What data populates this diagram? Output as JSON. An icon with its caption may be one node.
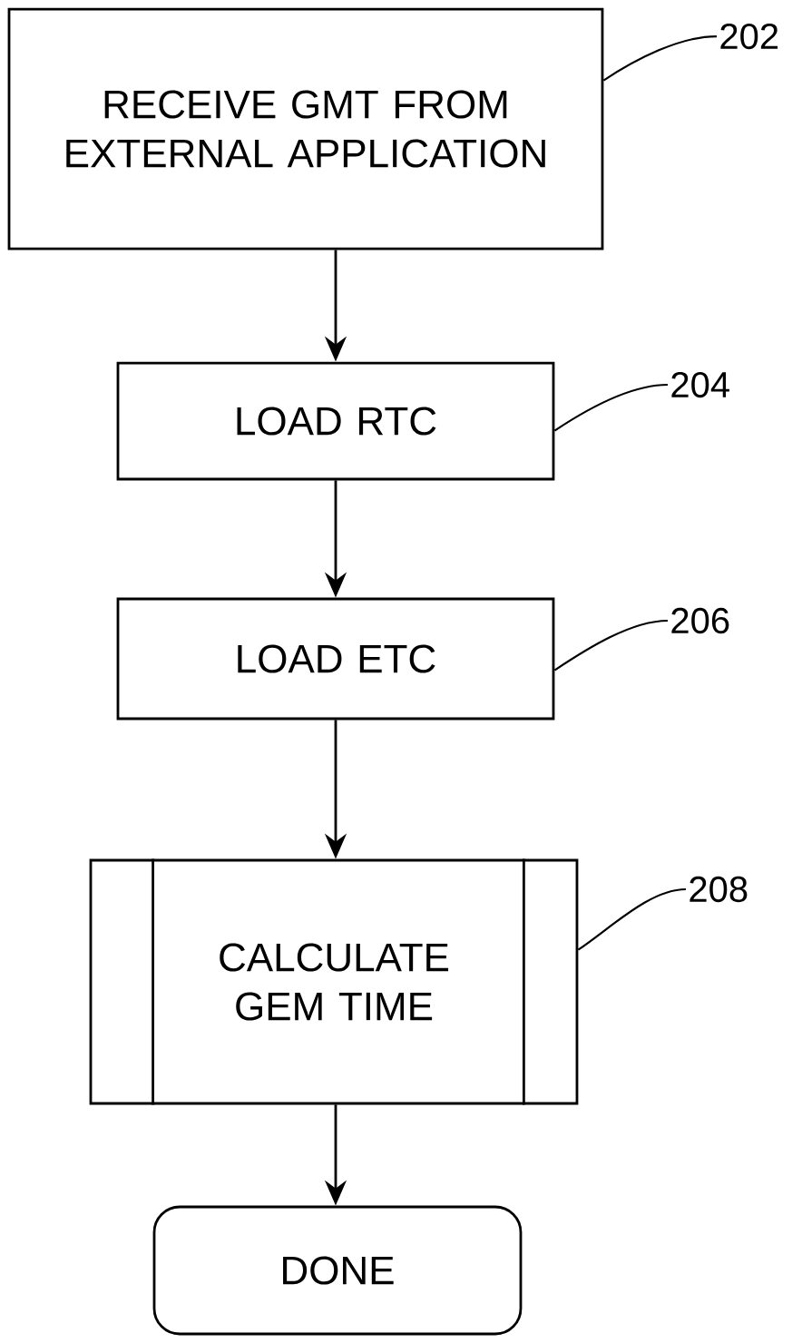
{
  "diagram": {
    "nodes": [
      {
        "text": [
          "RECEIVE GMT FROM EXTERNAL APPLICATION"
        ]
      },
      {
        "text": [
          "LOAD RTC"
        ]
      },
      {
        "text": [
          "LOAD ETC"
        ]
      },
      {
        "text": [
          "CALCULATE GEM TIME"
        ]
      },
      {
        "text": [
          "DONE"
        ]
      },
      {
        "text": [
          "202"
        ]
      },
      {
        "text": [
          "204"
        ]
      },
      {
        "text": [
          "206"
        ]
      },
      {
        "text": [
          "208"
        ]
      }
    ],
    "edges": [
      {
        "from": 0,
        "to": 1,
        "arrow": "to"
      },
      {
        "from": 1,
        "to": 2,
        "arrow": "to"
      },
      {
        "from": 2,
        "to": 3,
        "arrow": "to"
      },
      {
        "from": 3,
        "to": 4,
        "arrow": "to"
      },
      {
        "from": 5,
        "to": 0,
        "arrow": "none"
      },
      {
        "from": 6,
        "to": 1,
        "arrow": "none"
      },
      {
        "from": 7,
        "to": 2,
        "arrow": "none"
      },
      {
        "from": 8,
        "to": 3,
        "arrow": "none"
      }
    ]
  }
}
